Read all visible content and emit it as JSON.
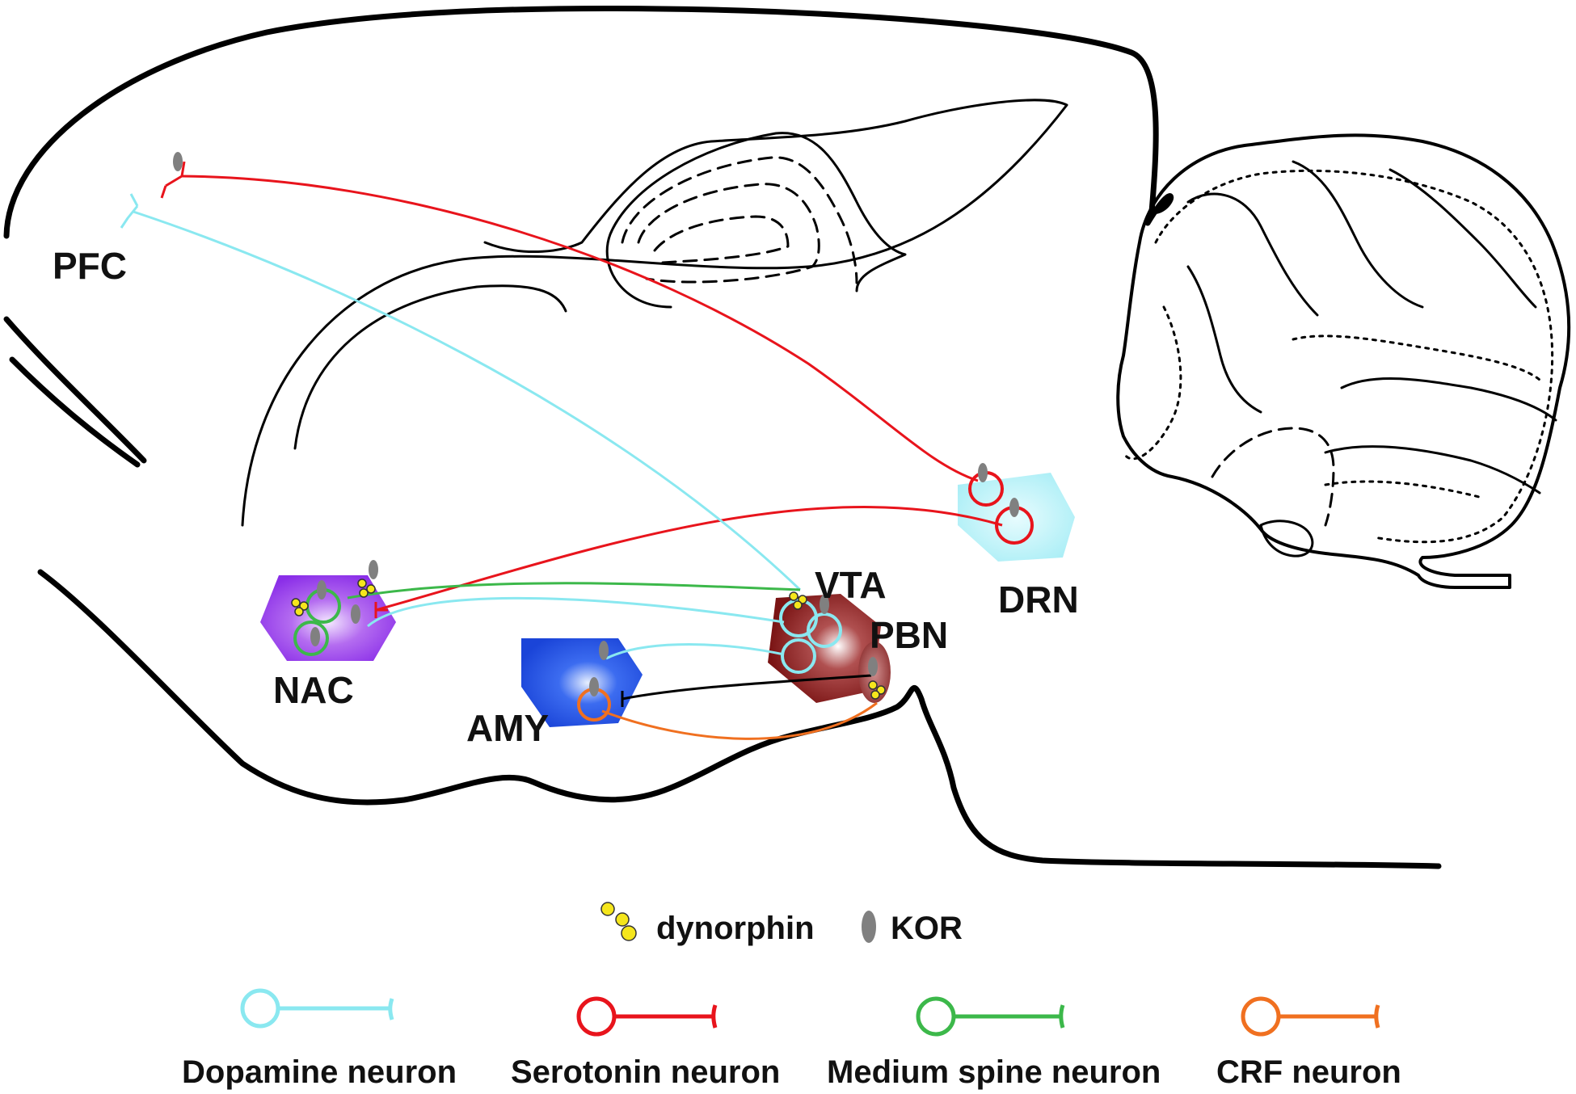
{
  "regions": {
    "pfc": "PFC",
    "nac": "NAC",
    "vta": "VTA",
    "pbn": "PBN",
    "amy": "AMY",
    "drn": "DRN"
  },
  "markers": {
    "dynorphin": "dynorphin",
    "kor": "KOR"
  },
  "legend": {
    "dopamine": "Dopamine neuron",
    "serotonin": "Serotonin neuron",
    "msn": "Medium spine neuron",
    "crf": "CRF neuron"
  },
  "colors": {
    "dopamine": "#8ae8f0",
    "serotonin": "#e8141c",
    "msn": "#3cb84a",
    "crf": "#f07020",
    "dynorphin": "#f5e61c",
    "kor": "#808080"
  }
}
